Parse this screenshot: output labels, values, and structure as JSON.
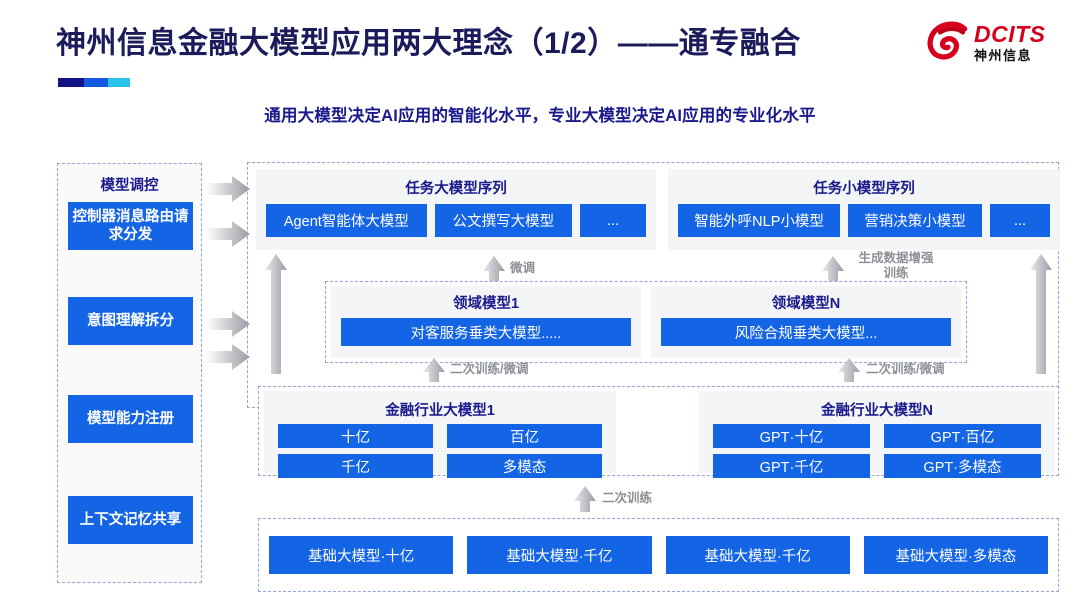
{
  "header": {
    "title": "神州信息金融大模型应用两大理念（1/2）——通专融合",
    "subtitle": "通用大模型决定AI应用的智能化水平，专业大模型决定AI应用的专业化水平",
    "logo_en": "DCITS",
    "logo_cn": "神州信息",
    "accent_colors": [
      "#131384",
      "#1559e0",
      "#2ac3e8"
    ],
    "title_color": "#1b1b5c",
    "brand_red": "#d6001c",
    "accent_blue": "#1464e6"
  },
  "control_column": {
    "title": "模型调控",
    "items": [
      {
        "label": "控制器消息路由请求分发"
      },
      {
        "label": "意图理解拆分"
      },
      {
        "label": "模型能力注册"
      },
      {
        "label": "上下文记忆共享"
      }
    ]
  },
  "task_panels": [
    {
      "title": "任务大模型序列",
      "chips": [
        "Agent智能体大模型",
        "公文撰写大模型",
        "..."
      ]
    },
    {
      "title": "任务小模型序列",
      "chips": [
        "智能外呼NLP小模型",
        "营销决策小模型",
        "..."
      ]
    }
  ],
  "domain_models": [
    {
      "title": "领域模型1",
      "value": "对客服务垂类大模型....."
    },
    {
      "title": "领域模型N",
      "value": "风险合规垂类大模型..."
    }
  ],
  "industry_models": [
    {
      "title": "金融行业大模型1",
      "cells": [
        "十亿",
        "百亿",
        "千亿",
        "多模态"
      ]
    },
    {
      "title": "金融行业大模型N",
      "cells": [
        "GPT·十亿",
        "GPT·百亿",
        "GPT·千亿",
        "GPT·多模态"
      ]
    }
  ],
  "base_models": [
    "基础大模型·十亿",
    "基础大模型·千亿",
    "基础大模型·千亿",
    "基础大模型·多模态"
  ],
  "arrow_labels": {
    "fine_tune": "微调",
    "data_augment_line1": "生成数据增强",
    "data_augment_line2": "训练",
    "retrain_finetune_left": "二次训练/微调",
    "retrain_finetune_right": "二次训练/微调",
    "retrain": "二次训练"
  }
}
